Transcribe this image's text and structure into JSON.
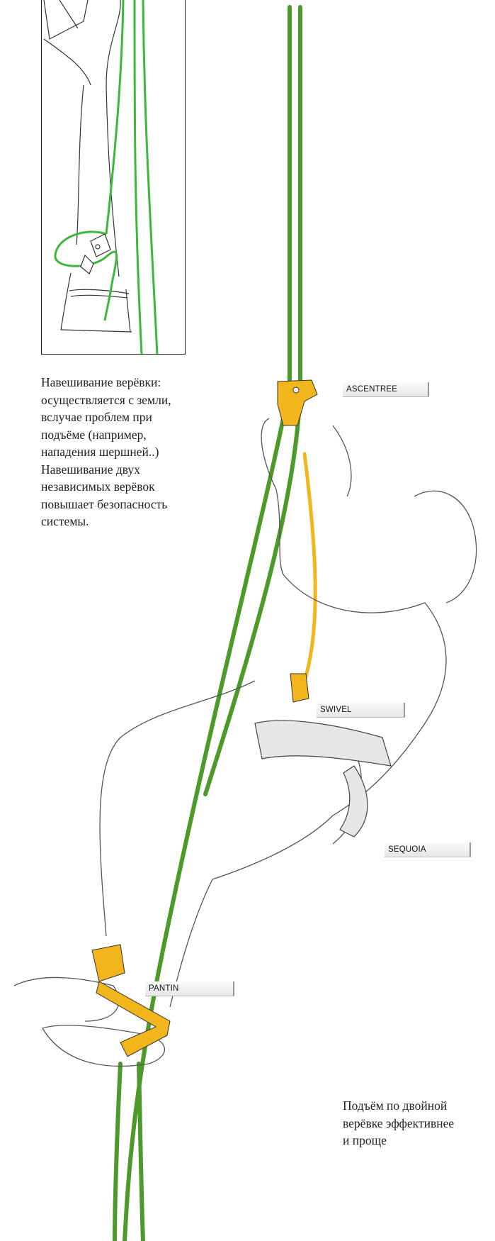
{
  "captions": {
    "rope_installation": "Навешивание верёвки:\nосуществляется с земли,\nвслучае проблем при\nподъёме (например,\nнападения шершней..)\nНавешивание двух\nнезависимых верёвок\nповышает безопасность\nсистемы.",
    "double_rope_ascent": "Подъём по двойной\nверёвке эффективнее\nи проще"
  },
  "labels": {
    "ascentree": "ASCENTREE",
    "swivel": "SWIVEL",
    "sequoia": "SEQUOIA",
    "pantin": "PANTIN"
  },
  "colors": {
    "rope_green": "#4c9a2a",
    "inset_rope_green": "#3cb83c",
    "device_yellow": "#f2b51c",
    "outline": "#555555"
  }
}
